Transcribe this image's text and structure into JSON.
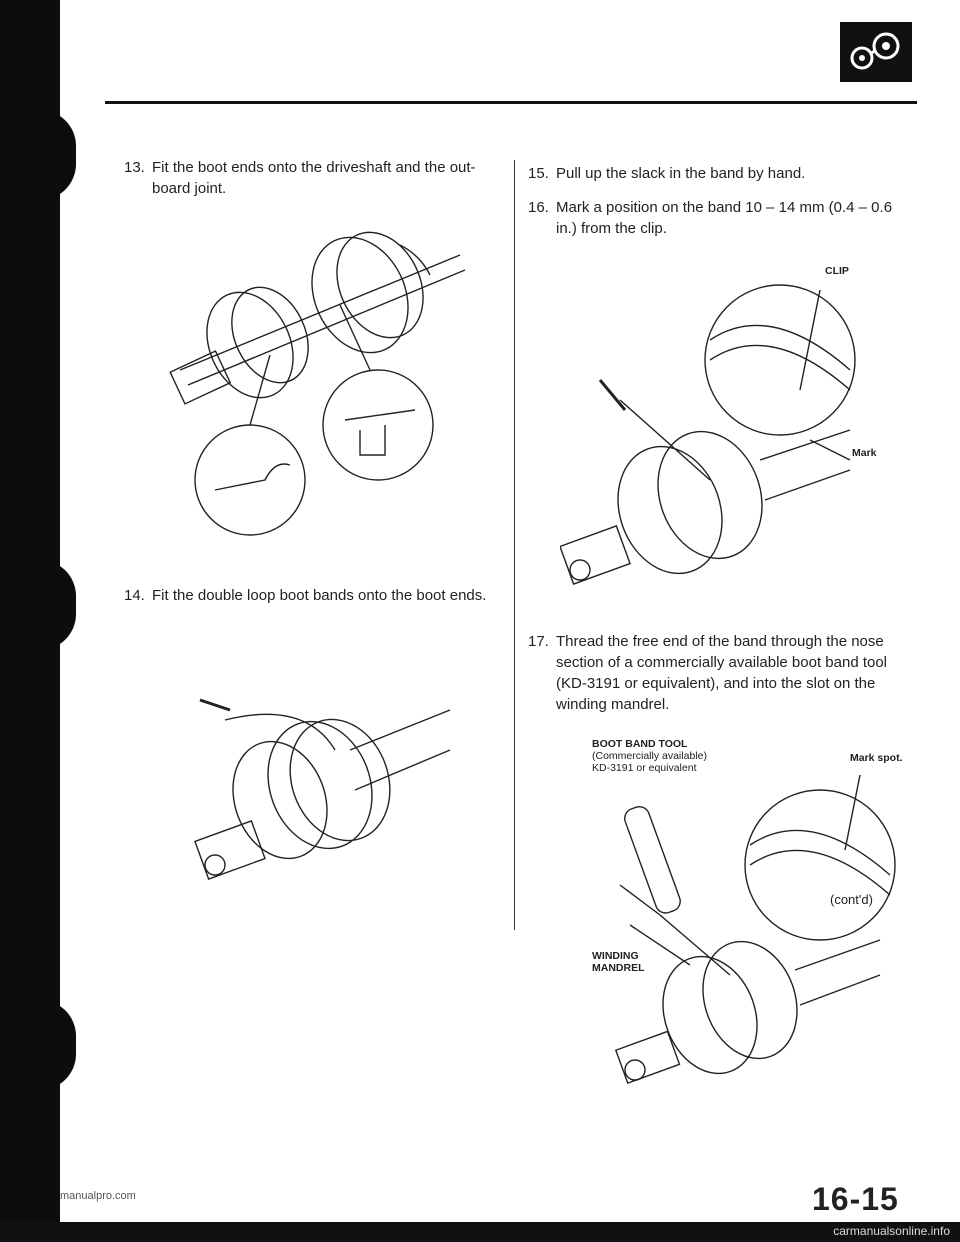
{
  "steps": [
    {
      "num": "13.",
      "text": "Fit the boot ends onto the driveshaft and the out-\nboard joint."
    },
    {
      "num": "14.",
      "text": "Fit the double loop boot bands onto the boot ends."
    },
    {
      "num": "15.",
      "text": "Pull up the slack in the band by hand."
    },
    {
      "num": "16.",
      "text": "Mark a position on the band 10 – 14 mm (0.4 – 0.6\nin.) from the clip."
    },
    {
      "num": "17.",
      "text": "Thread the free end of the band through the nose\nsection of a commercially available boot band tool\n(KD-3191 or equivalent), and into the slot on the\nwinding mandrel."
    }
  ],
  "labels": {
    "clip": "CLIP",
    "mark": "Mark",
    "boot_band_tool": "BOOT BAND TOOL",
    "commercially_available": "(Commercially available)",
    "kd3191": "KD-3191 or equivalent",
    "mark_spot": "Mark spot.",
    "winding": "WINDING",
    "mandrel": "MANDREL"
  },
  "cont": "(cont'd)",
  "page_number": "16-15",
  "watermark": "manualpro.com",
  "footer_site": "carmanualsonline.info"
}
